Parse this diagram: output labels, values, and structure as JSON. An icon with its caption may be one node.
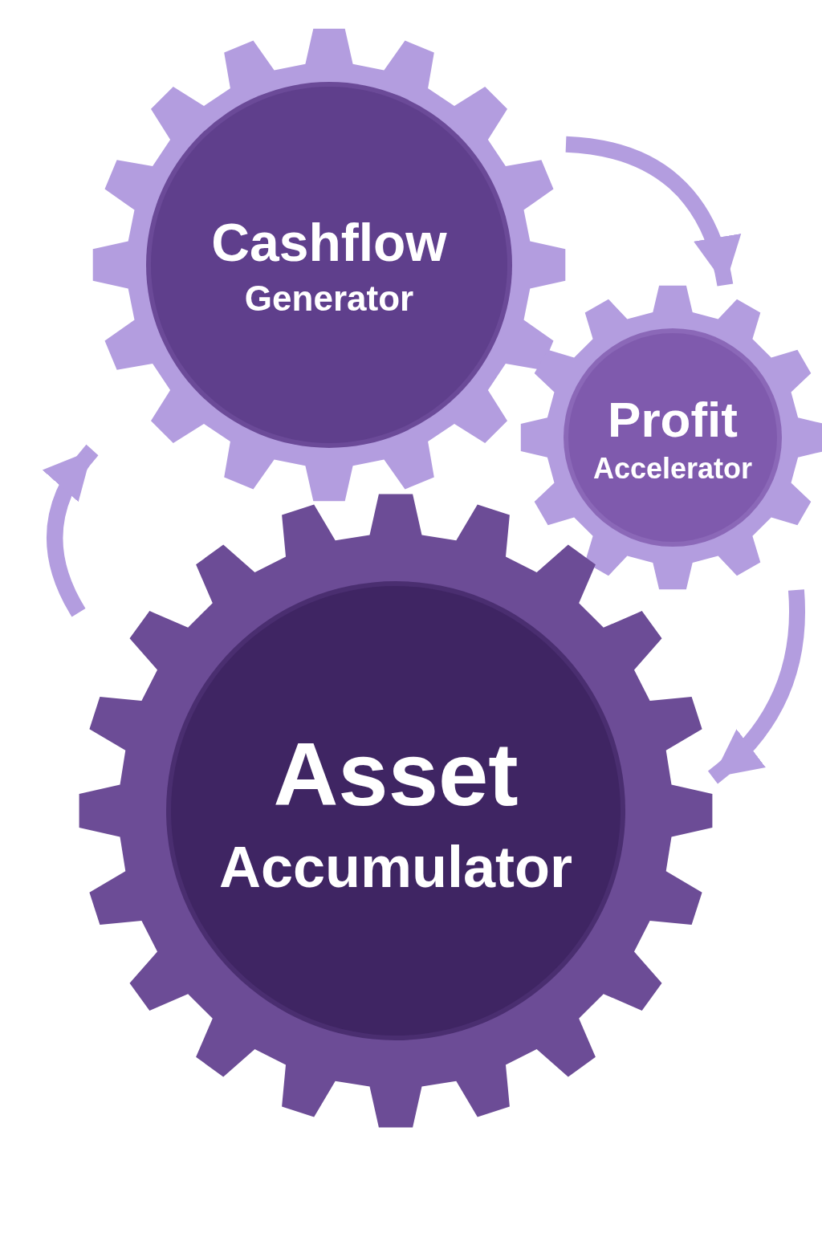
{
  "diagram": {
    "nodes": [
      {
        "text": [
          "Cashflow",
          "Generator"
        ]
      },
      {
        "text": [
          "Profit",
          "Accelerator"
        ]
      },
      {
        "text": [
          "Asset",
          "Accumulator"
        ]
      }
    ],
    "edges": [
      {
        "from": 0,
        "to": 1,
        "arrow": "to"
      },
      {
        "from": 1,
        "to": 2,
        "arrow": "to"
      },
      {
        "from": 2,
        "to": 0,
        "arrow": "to"
      }
    ]
  }
}
